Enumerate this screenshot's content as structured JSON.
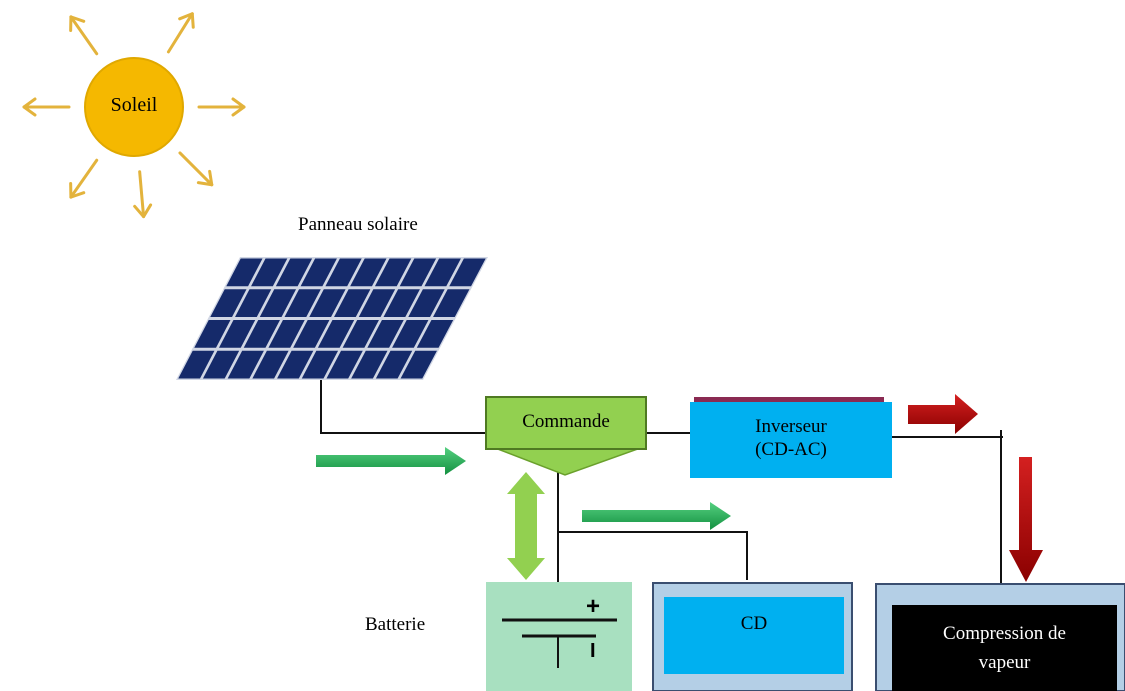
{
  "labels": {
    "sun": "Soleil",
    "panel": "Panneau solaire",
    "controller": "Commande",
    "inverter_line1": "Inverseur",
    "inverter_line2": "(CD-AC)",
    "battery": "Batterie",
    "dc_load": "CD",
    "ac_load_line1": "Compression de",
    "ac_load_line2": "vapeur",
    "battery_plus": "+",
    "battery_minus": "I"
  },
  "colors": {
    "sun_fill": "#f5b800",
    "sun_ray": "#e3b33c",
    "panel_cell": "#152a6a",
    "controller": "#92d050",
    "inverter": "#00b0f0",
    "battery_bg": "#a8e0c0",
    "flow_green": "#1fa84f",
    "battery_arrow": "#92d050",
    "flow_red": "#b40000",
    "load_frame": "#b4cfe6",
    "ac_load": "#000000"
  }
}
